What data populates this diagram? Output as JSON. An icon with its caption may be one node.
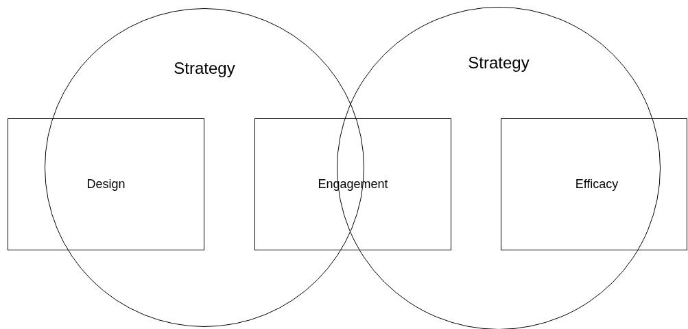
{
  "diagram": {
    "nodes": [
      {
        "text": [
          "Strategy"
        ]
      },
      {
        "text": [
          "Strategy"
        ]
      },
      {
        "text": [
          "Design"
        ]
      },
      {
        "text": [
          "Engagement"
        ]
      },
      {
        "text": [
          "Efficacy"
        ]
      }
    ]
  }
}
